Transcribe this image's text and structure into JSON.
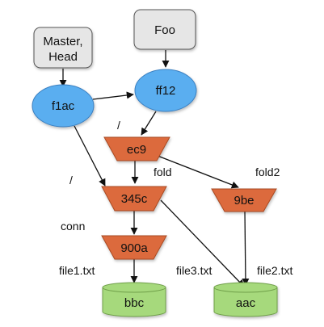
{
  "refs": {
    "master": {
      "line1": "Master,",
      "line2": "Head"
    },
    "foo": "Foo"
  },
  "commits": {
    "f1ac": "f1ac",
    "ff12": "ff12"
  },
  "trees": {
    "ec9": "ec9",
    "c345": "345c",
    "c9be": "9be",
    "c900a": "900a"
  },
  "blobs": {
    "bbc": "bbc",
    "aac": "aac"
  },
  "edge_labels": {
    "slash_ff12": "/",
    "slash_f1ac": "/",
    "fold": "fold",
    "fold2": "fold2",
    "conn": "conn",
    "file1": "file1.txt",
    "file3": "file3.txt",
    "file2": "file2.txt"
  },
  "colors": {
    "ref_fill": "#e6e6e6",
    "commit_fill": "#5aaef0",
    "tree_fill": "#dc6a3c",
    "blob_fill": "#a6d97c",
    "edge": "#111111"
  }
}
